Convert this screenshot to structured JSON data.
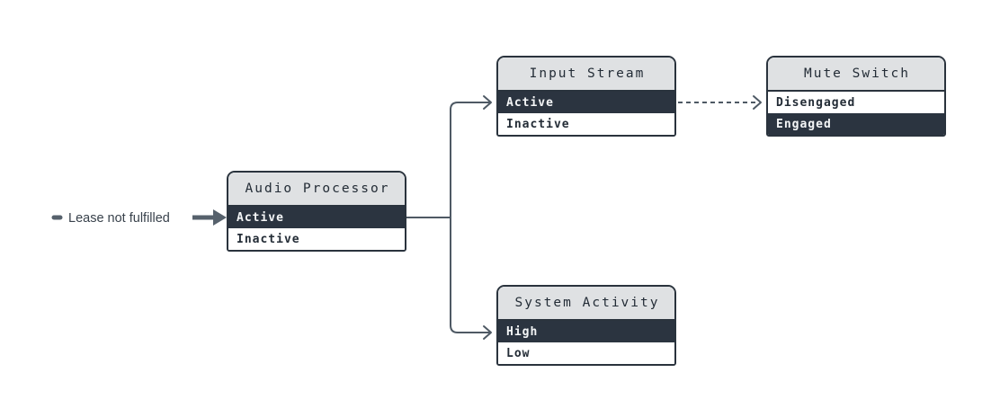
{
  "diagram": {
    "annotation": {
      "text": "Lease not fulfilled"
    },
    "nodes": {
      "audio_processor": {
        "title": "Audio Processor",
        "states": [
          {
            "label": "Active",
            "active": true
          },
          {
            "label": "Inactive",
            "active": false
          }
        ]
      },
      "input_stream": {
        "title": "Input Stream",
        "states": [
          {
            "label": "Active",
            "active": true
          },
          {
            "label": "Inactive",
            "active": false
          }
        ]
      },
      "mute_switch": {
        "title": "Mute Switch",
        "states": [
          {
            "label": "Disengaged",
            "active": false
          },
          {
            "label": "Engaged",
            "active": true
          }
        ]
      },
      "system_activity": {
        "title": "System Activity",
        "states": [
          {
            "label": "High",
            "active": true
          },
          {
            "label": "Low",
            "active": false
          }
        ]
      }
    },
    "edges": [
      {
        "from": "audio_processor.Active",
        "to": "input_stream.Active",
        "style": "solid"
      },
      {
        "from": "audio_processor.Active",
        "to": "system_activity.High",
        "style": "solid"
      },
      {
        "from": "input_stream.Active",
        "to": "mute_switch.Disengaged",
        "style": "dashed"
      }
    ],
    "colors": {
      "background": "#ffffff",
      "node_border": "#2a333d",
      "header_bg": "#dfe1e3",
      "active_row_bg": "#2b3440",
      "active_row_text": "#f4f6f7",
      "row_text": "#232c36",
      "connector": "#4e5964",
      "annotation_arrow": "#56616c"
    }
  }
}
